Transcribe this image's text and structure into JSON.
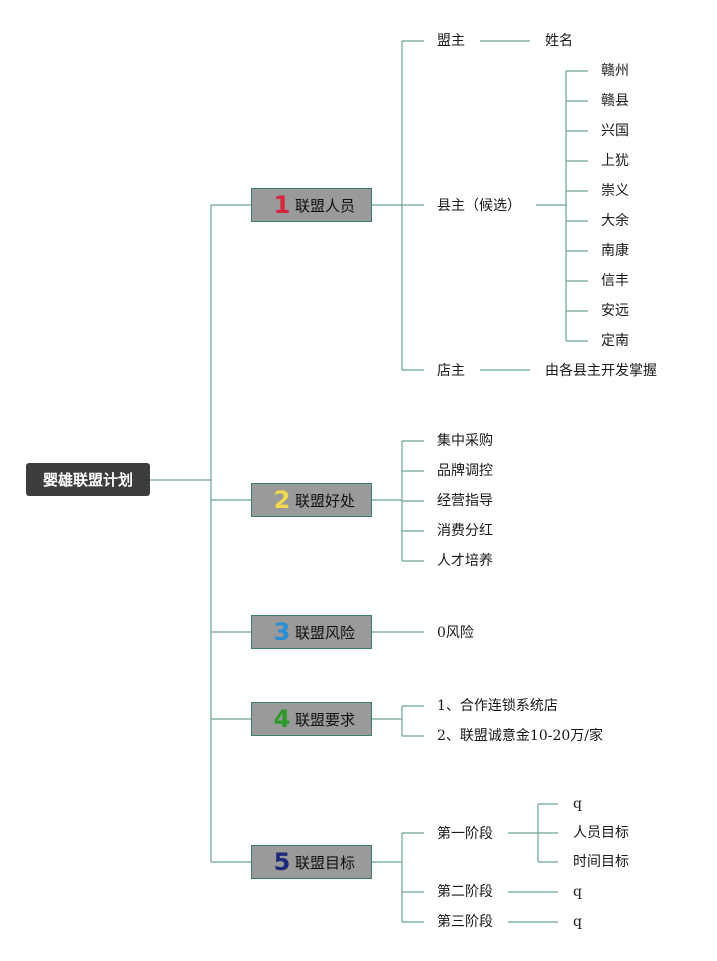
{
  "root": {
    "label": "婴雄联盟计划"
  },
  "branches": [
    {
      "num": "1",
      "num_color": "#d6263b",
      "label": "联盟人员"
    },
    {
      "num": "2",
      "num_color": "#f2d94e",
      "label": "联盟好处"
    },
    {
      "num": "3",
      "num_color": "#2b8fd6",
      "label": "联盟风险"
    },
    {
      "num": "4",
      "num_color": "#2b9a2b",
      "label": "联盟要求"
    },
    {
      "num": "5",
      "num_color": "#1d2a7a",
      "label": "联盟目标"
    }
  ],
  "b1": {
    "mengzhu": "盟主",
    "mengzhu_child": "姓名",
    "xianzhu": "县主（候选）",
    "counties": [
      "赣州",
      "赣县",
      "兴国",
      "上犹",
      "崇义",
      "大余",
      "南康",
      "信丰",
      "安远",
      "定南"
    ],
    "dianzhu": "店主",
    "dianzhu_child": "由各县主开发掌握"
  },
  "b2": {
    "items": [
      "集中采购",
      "品牌调控",
      "经营指导",
      "消费分红",
      "人才培养"
    ]
  },
  "b3": {
    "items": [
      "0风险"
    ]
  },
  "b4": {
    "items": [
      "1、合作连锁系统店",
      "2、联盟诚意金10-20万/家"
    ]
  },
  "b5": {
    "stage1": "第一阶段",
    "stage1_children": [
      "q",
      "人员目标",
      "时间目标"
    ],
    "stage2": "第二阶段",
    "stage2_child": "q",
    "stage3": "第三阶段",
    "stage3_child": "q"
  }
}
